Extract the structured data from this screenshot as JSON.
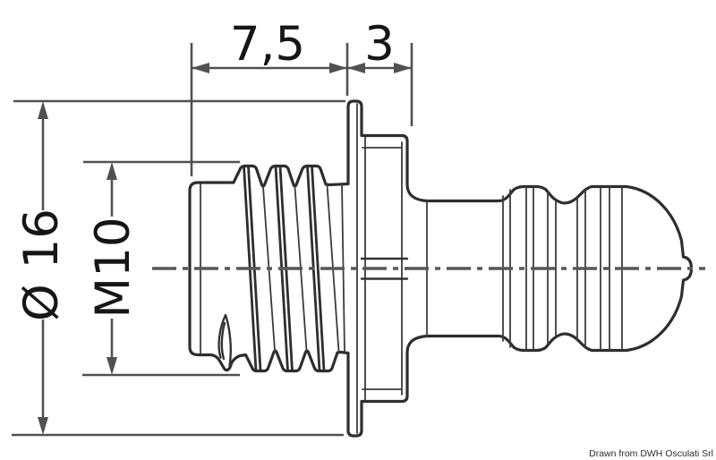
{
  "drawing": {
    "credit": "Drawn from DWH Osculati Srl",
    "dimensions": {
      "thread_length": "7,5",
      "head_width": "3",
      "flange_diameter": "Ø 16",
      "thread_size": "M10"
    },
    "colors": {
      "background": "#ffffff",
      "outline": "#2e2e2e",
      "dimension_lines": "#4f5255",
      "centerline": "#55585c",
      "text": "#161616"
    }
  }
}
